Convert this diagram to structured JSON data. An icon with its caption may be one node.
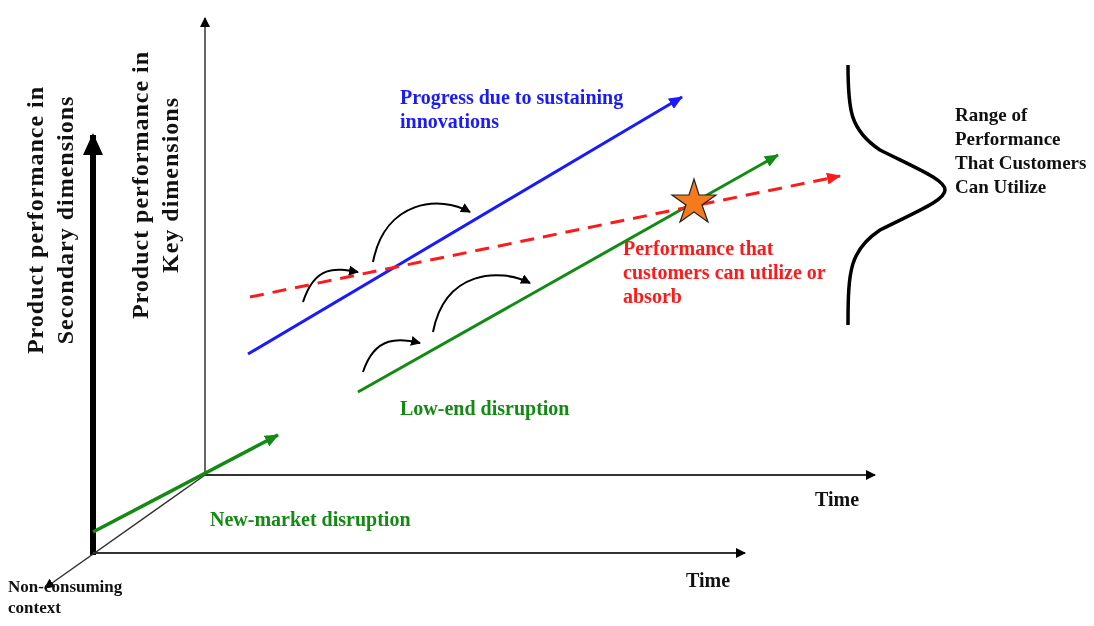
{
  "diagram": {
    "labels": [
      "Product performance in Secondary dimensions",
      "Product performance in Key dimensions",
      "Progress due to sustaining innovations",
      "Range of Performance That Customers Can Utilize",
      "Performance that customers can utilize or absorb",
      "Low-end disruption",
      "Time",
      "New-market disruption",
      "Non-consuming context",
      "Time"
    ]
  }
}
